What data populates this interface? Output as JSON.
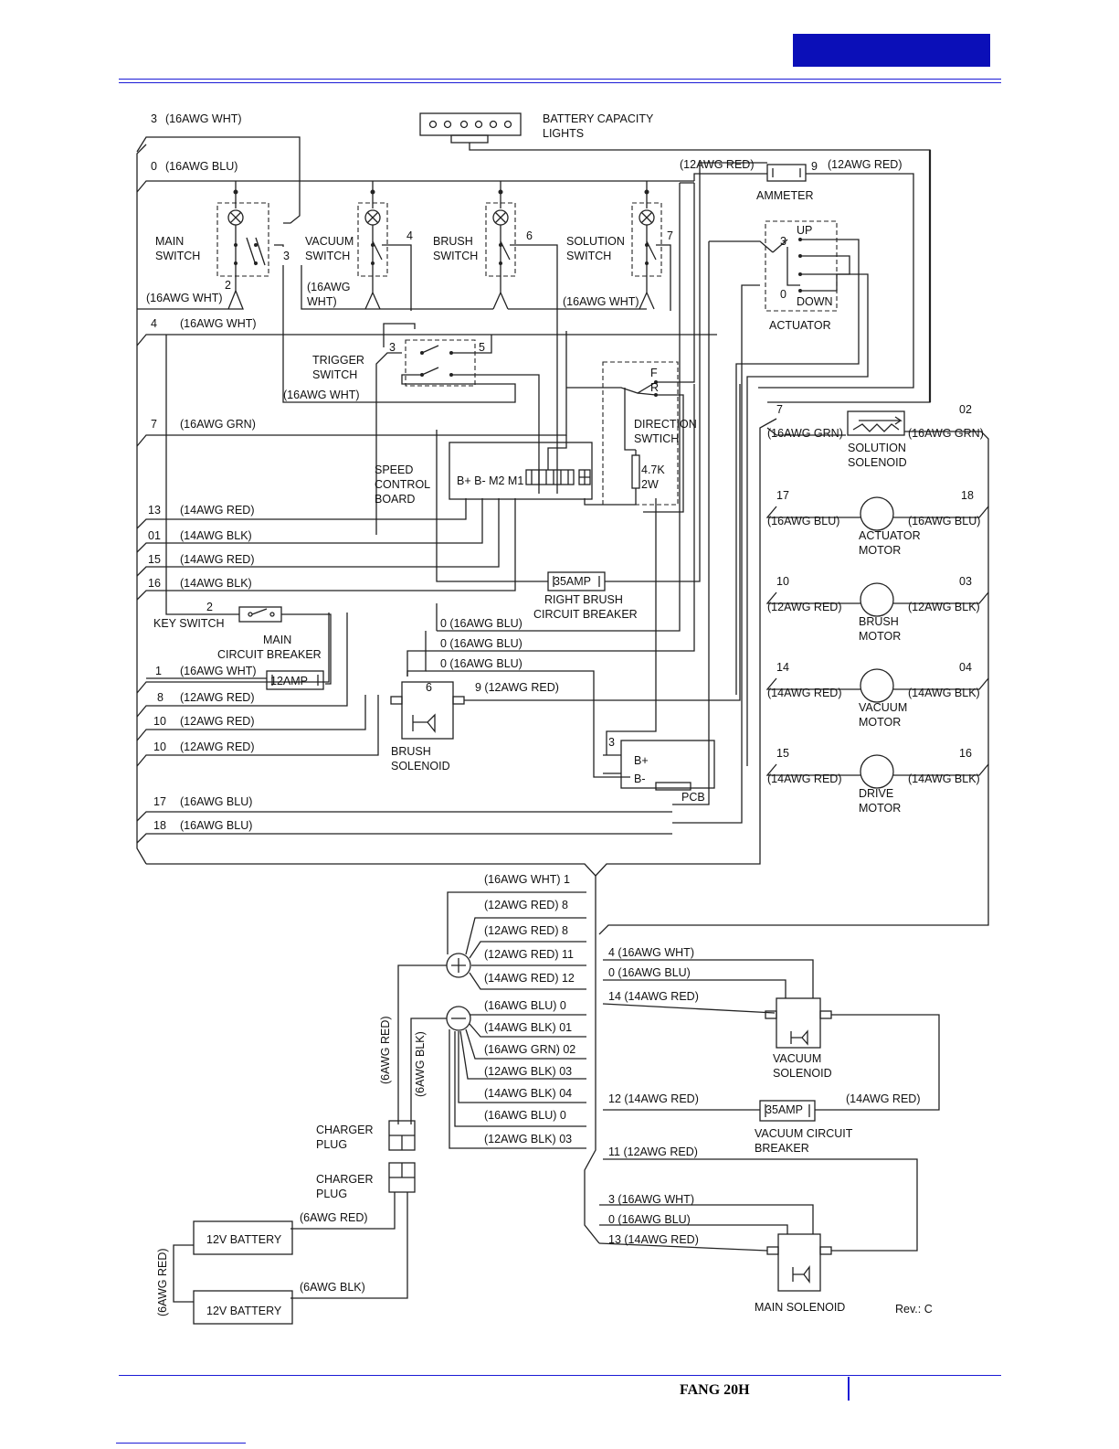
{
  "footer": {
    "model": "FANG 20H"
  },
  "header": {
    "accent_color": "#0b0fb8",
    "rule_color": "#1b1bd6"
  },
  "diagram": {
    "switches": {
      "main": [
        "MAIN",
        "SWITCH"
      ],
      "vacuum": [
        "VACUUM",
        "SWITCH"
      ],
      "brush": [
        "BRUSH",
        "SWITCH"
      ],
      "solution": [
        "SOLUTION",
        "SWITCH"
      ],
      "trigger": [
        "TRIGGER",
        "SWITCH"
      ],
      "direction": [
        "DIRECTION",
        "SWTICH"
      ],
      "key": "KEY SWITCH"
    },
    "battery_lights": [
      "BATTERY CAPACITY",
      "LIGHTS"
    ],
    "ammeter": "AMMETER",
    "actuator": {
      "label": "ACTUATOR",
      "up": "UP",
      "down": "DOWN",
      "n3": "3",
      "n0": "0"
    },
    "speed_board": {
      "label": [
        "SPEED",
        "CONTROL",
        "BOARD"
      ],
      "terminals": "B+ B- M2 M1"
    },
    "resistor": [
      "4.7K",
      "2W"
    ],
    "direction_terms": {
      "f": "F",
      "r": "R"
    },
    "breakers": {
      "right_brush": {
        "rating": "35AMP",
        "label": [
          "RIGHT BRUSH",
          "CIRCUIT BREAKER"
        ]
      },
      "main": {
        "rating": "12AMP",
        "label": [
          "MAIN",
          "CIRCUIT BREAKER"
        ]
      },
      "vacuum": {
        "rating": "35AMP",
        "label": [
          "VACUUM CIRCUIT",
          "BREAKER"
        ]
      }
    },
    "solenoids": {
      "brush": [
        "BRUSH",
        "SOLENOID"
      ],
      "solution": [
        "SOLUTION",
        "SOLENOID"
      ],
      "vacuum": [
        "VACUUM",
        "SOLENOID"
      ],
      "main": "MAIN SOLENOID",
      "brush_num": "6"
    },
    "pcb": {
      "label": "PCB",
      "bplus": "B+",
      "bminus": "B-",
      "n3": "3"
    },
    "motors": [
      {
        "name": [
          "ACTUATOR",
          "MOTOR"
        ],
        "left_num": "17",
        "left_wire": "(16AWG BLU)",
        "right_num": "18",
        "right_wire": "(16AWG BLU)"
      },
      {
        "name": [
          "BRUSH",
          "MOTOR"
        ],
        "left_num": "10",
        "left_wire": "(12AWG RED)",
        "right_num": "03",
        "right_wire": "(12AWG BLK)"
      },
      {
        "name": [
          "VACUUM",
          "MOTOR"
        ],
        "left_num": "14",
        "left_wire": "(14AWG RED)",
        "right_num": "04",
        "right_wire": "(14AWG BLK)"
      },
      {
        "name": [
          "DRIVE",
          "MOTOR"
        ],
        "left_num": "15",
        "left_wire": "(14AWG RED)",
        "right_num": "16",
        "right_wire": "(14AWG BLK)"
      }
    ],
    "solution_solenoid_wires": {
      "left_num": "7",
      "left_wire": "(16AWG GRN)",
      "right_num": "02",
      "right_wire": "(16AWG GRN)"
    },
    "left_harness": [
      {
        "num": "3",
        "wire": "(16AWG WHT)"
      },
      {
        "num": "0",
        "wire": "(16AWG BLU)"
      },
      {
        "num": "4",
        "wire": "(16AWG WHT)"
      },
      {
        "num": "7",
        "wire": "(16AWG GRN)"
      },
      {
        "num": "13",
        "wire": "(14AWG RED)"
      },
      {
        "num": "01",
        "wire": "(14AWG BLK)"
      },
      {
        "num": "15",
        "wire": "(14AWG RED)"
      },
      {
        "num": "16",
        "wire": "(14AWG BLK)"
      },
      {
        "num": "1",
        "wire": "(16AWG WHT)"
      },
      {
        "num": "8",
        "wire": "(12AWG RED)"
      },
      {
        "num": "10",
        "wire": "(12AWG RED)"
      },
      {
        "num": "10",
        "wire": "(12AWG RED)"
      },
      {
        "num": "17",
        "wire": "(16AWG BLU)"
      },
      {
        "num": "18",
        "wire": "(16AWG BLU)"
      }
    ],
    "misc_labels": {
      "main_sw_2": "2",
      "main_sw_3": "3",
      "main_sw_wire": "(16AWG WHT)",
      "vac_sw_4": "4",
      "vac_sw_wire": [
        "(16AWG",
        "WHT)"
      ],
      "brush_sw_6": "6",
      "sol_sw_7": "7",
      "sol_sw_wire": "(16AWG WHT)",
      "trig_3": "3",
      "trig_5": "5",
      "trig_wire": "(16AWG WHT)",
      "key_2": "2",
      "amm_left": "(12AWG RED)",
      "amm_9": "9",
      "amm_right": "(12AWG RED)",
      "blu0_a": "0  (16AWG BLU)",
      "blu0_b": "0  (16AWG BLU)",
      "blu0_c": "0  (16AWG BLU)",
      "red9": "9  (12AWG RED)"
    },
    "battery_plus_harness": [
      "(16AWG WHT)  1",
      "(12AWG RED)  8",
      "(12AWG RED)  8",
      "(12AWG RED)  11",
      "(14AWG RED) 12"
    ],
    "battery_minus_harness": [
      "(16AWG BLU)  0",
      "(14AWG BLK) 01",
      "(16AWG GRN)  02",
      "(12AWG BLK)  03",
      "(14AWG BLK)  04",
      "(16AWG BLU)  0",
      "(12AWG BLK)  03"
    ],
    "right_harness": [
      "4 (16AWG WHT)",
      "0 (16AWG BLU)",
      "14 (14AWG RED)",
      "12 (14AWG RED)",
      "11 (12AWG RED)",
      "3 (16AWG WHT)",
      "0 (16AWG BLU)",
      "13 (14AWG RED)"
    ],
    "vac_breaker_right": "(14AWG RED)",
    "charger": {
      "plug_a": [
        "CHARGER",
        "PLUG"
      ],
      "plug_b": [
        "CHARGER",
        "PLUG"
      ],
      "red_cable": "(6AWG RED)",
      "blk_cable": "(6AWG BLK)"
    },
    "batteries": {
      "a": "12V BATTERY",
      "b": "12V BATTERY",
      "red_link": "(6AWG RED)",
      "out_red": "(6AWG RED)",
      "out_blk": "(6AWG BLK)"
    },
    "revision": "Rev.: C"
  }
}
